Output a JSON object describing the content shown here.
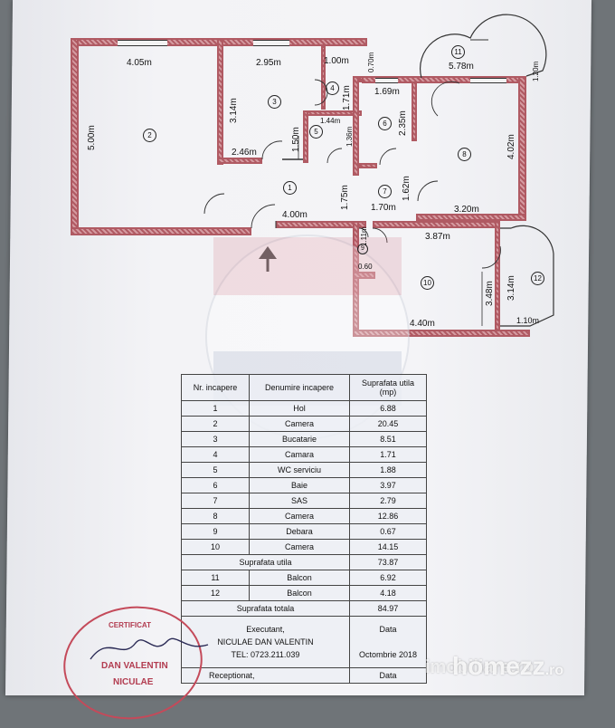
{
  "plan": {
    "dimensions": {
      "r2_w": "4.05m",
      "r2_h": "5.00m",
      "r3_w": "2.95m",
      "r3_h": "3.14m",
      "r3_h2": "1.50m",
      "r3_w2": "2.46m",
      "r4_w": "1.00m",
      "r4_h": "1.71m",
      "r5_w": "1.44m",
      "r5_h": "1.36m",
      "r6_w": "1.69m",
      "r6_h": "2.35m",
      "r1_w": "4.00m",
      "r1_h": "1.75m",
      "r7_w": "1.70m",
      "r7_h": "1.62m",
      "r8_w": "3.20m",
      "r8_h": "4.02m",
      "r9_h": "1.11m",
      "r9_w": "0.60",
      "r10_w": "3.87m",
      "r10_w2": "4.40m",
      "r10_h": "3.48m",
      "r11_w": "5.78m",
      "r11_a": "0.70m",
      "r11_b": "1.20m",
      "r12_h": "3.14m",
      "r12_w": "1.10m"
    },
    "room_numbers": [
      "1",
      "2",
      "3",
      "4",
      "5",
      "6",
      "7",
      "8",
      "9",
      "10",
      "11",
      "12"
    ]
  },
  "table": {
    "headers": {
      "col1": "Nr. incapere",
      "col2": "Denumire incapere",
      "col3": "Suprafata utila (mp)"
    },
    "rows": [
      {
        "nr": "1",
        "name": "Hol",
        "area": "6.88"
      },
      {
        "nr": "2",
        "name": "Camera",
        "area": "20.45"
      },
      {
        "nr": "3",
        "name": "Bucatarie",
        "area": "8.51"
      },
      {
        "nr": "4",
        "name": "Camara",
        "area": "1.71"
      },
      {
        "nr": "5",
        "name": "WC serviciu",
        "area": "1.88"
      },
      {
        "nr": "6",
        "name": "Baie",
        "area": "3.97"
      },
      {
        "nr": "7",
        "name": "SAS",
        "area": "2.79"
      },
      {
        "nr": "8",
        "name": "Camera",
        "area": "12.86"
      },
      {
        "nr": "9",
        "name": "Debara",
        "area": "0.67"
      },
      {
        "nr": "10",
        "name": "Camera",
        "area": "14.15"
      }
    ],
    "useful_label": "Suprafata utila",
    "useful_value": "73.87",
    "balconies": [
      {
        "nr": "11",
        "name": "Balcon",
        "area": "6.92"
      },
      {
        "nr": "12",
        "name": "Balcon",
        "area": "4.18"
      }
    ],
    "total_label": "Suprafata totala",
    "total_value": "84.97",
    "executant_label": "Executant,",
    "executant_name": "NICULAE DAN VALENTIN",
    "executant_tel": "TEL: 0723.211.039",
    "date_label": "Data",
    "date_value": "Octombrie 2018",
    "receptionat_label": "Receptionat,",
    "data_label2": "Data"
  },
  "stamp": {
    "line1": "CERTIFICAT",
    "line2": "DAN VALENTIN",
    "line3": "NICULAE"
  },
  "watermark": {
    "homezz": "homezz",
    "homezz_suffix": ".ro",
    "imobiliare": "imobiliare.ro"
  },
  "colors": {
    "wall": "#b05a63",
    "paper": "#f4f4f7",
    "background": "#6f7478"
  }
}
